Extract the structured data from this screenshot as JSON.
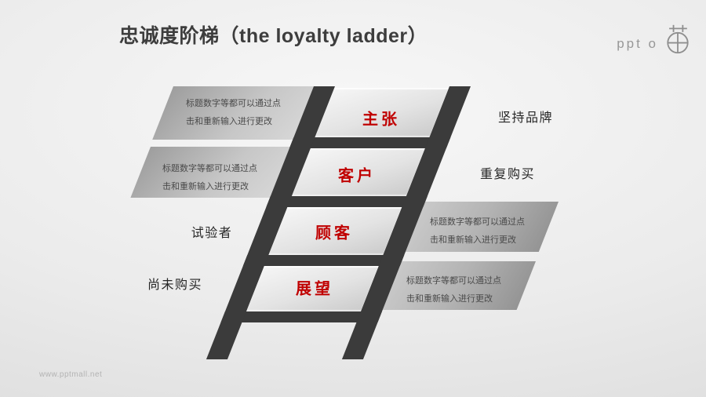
{
  "slide": {
    "title": "忠诚度阶梯（the loyalty ladder）",
    "footer_url": "www.pptmall.net"
  },
  "logo": {
    "text": "ppt o",
    "icon": "circle-cross-logo-icon"
  },
  "colors": {
    "accent_red": "#C00000",
    "ladder_dark": "#3B3B3B",
    "background": "#EBEBEB"
  },
  "ladder": {
    "rungs": [
      {
        "label": "主张"
      },
      {
        "label": "客户"
      },
      {
        "label": "顾客"
      },
      {
        "label": "展望"
      }
    ]
  },
  "side_labels": [
    {
      "text": "坚持品牌",
      "side": "right"
    },
    {
      "text": "重复购买",
      "side": "right"
    },
    {
      "text": "试验者",
      "side": "left"
    },
    {
      "text": "尚未购买",
      "side": "left"
    }
  ],
  "placeholder": {
    "line1": "标题数字等都可以通过点",
    "line2": "击和重新输入进行更改"
  }
}
